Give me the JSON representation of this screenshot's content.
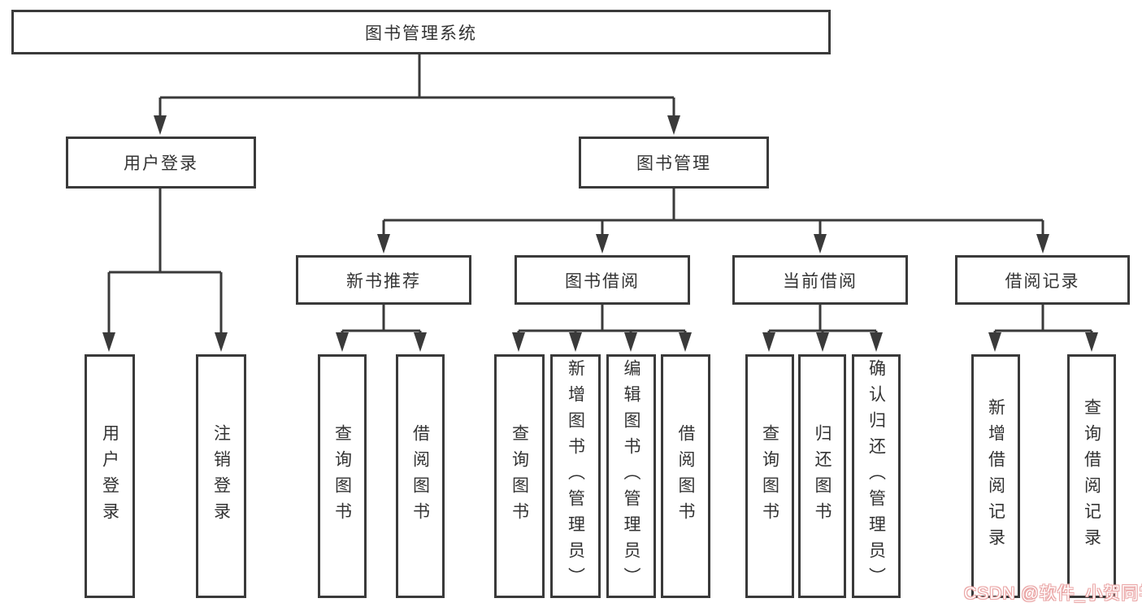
{
  "diagram": {
    "title": "图书管理系统",
    "root": {
      "label": "图书管理系统"
    },
    "level2": {
      "user_login": {
        "label": "用户登录"
      },
      "book_management": {
        "label": "图书管理"
      }
    },
    "level3": {
      "new_book_recommend": {
        "label": "新书推荐"
      },
      "book_borrow": {
        "label": "图书借阅"
      },
      "current_borrow": {
        "label": "当前借阅"
      },
      "borrow_record": {
        "label": "借阅记录"
      }
    },
    "level4": {
      "user_login": [
        "用户登录",
        "注销登录"
      ],
      "new_book_recommend": [
        "查询图书",
        "借阅图书"
      ],
      "book_borrow": [
        "查询图书",
        "新增图书（管理员）",
        "编辑图书（管理员）",
        "借阅图书"
      ],
      "current_borrow": [
        "查询图书",
        "归还图书",
        "确认归还（管理员）"
      ],
      "borrow_record": [
        "新增借阅记录",
        "查询借阅记录"
      ]
    }
  },
  "watermark": {
    "text": "CSDN @软件_小贺同学"
  },
  "colors": {
    "line": "#3a3a3a",
    "box_border": "#3a3a3a",
    "text": "#333333",
    "watermark_pink": "#eaa6a6",
    "background": "#ffffff"
  }
}
